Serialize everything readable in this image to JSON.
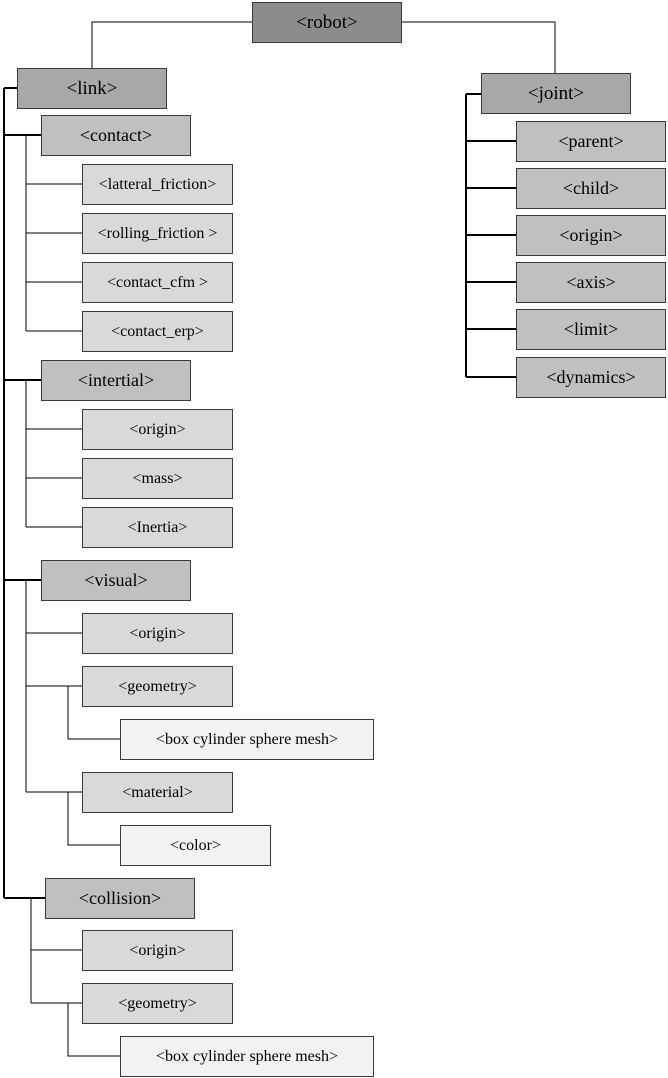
{
  "diagram": {
    "nodes": {
      "robot": "<robot>",
      "link": "<link>",
      "joint": "<joint>",
      "contact": "<contact>",
      "lateral_friction": "<latteral_friction>",
      "rolling_friction": "<rolling_friction >",
      "contact_cfm": "<contact_cfm >",
      "contact_erp": "<contact_erp>",
      "inertial": "<intertial>",
      "inertial_origin": "<origin>",
      "mass": "<mass>",
      "inertia": "<Inertia>",
      "visual": "<visual>",
      "visual_origin": "<origin>",
      "visual_geometry": "<geometry>",
      "visual_shapes": "<box cylinder sphere mesh>",
      "material": "<material>",
      "color": "<color>",
      "collision": "<collision>",
      "collision_origin": "<origin>",
      "collision_geometry": "<geometry>",
      "collision_shapes": "<box cylinder sphere mesh>",
      "parent": "<parent>",
      "child": "<child>",
      "joint_origin": "<origin>",
      "axis": "<axis>",
      "limit": "<limit>",
      "dynamics": "<dynamics>"
    },
    "edges": [
      [
        "robot",
        "link"
      ],
      [
        "robot",
        "joint"
      ],
      [
        "link",
        "contact"
      ],
      [
        "link",
        "inertial"
      ],
      [
        "link",
        "visual"
      ],
      [
        "link",
        "collision"
      ],
      [
        "contact",
        "lateral_friction"
      ],
      [
        "contact",
        "rolling_friction"
      ],
      [
        "contact",
        "contact_cfm"
      ],
      [
        "contact",
        "contact_erp"
      ],
      [
        "inertial",
        "inertial_origin"
      ],
      [
        "inertial",
        "mass"
      ],
      [
        "inertial",
        "inertia"
      ],
      [
        "visual",
        "visual_origin"
      ],
      [
        "visual",
        "visual_geometry"
      ],
      [
        "visual",
        "material"
      ],
      [
        "visual_geometry",
        "visual_shapes"
      ],
      [
        "material",
        "color"
      ],
      [
        "collision",
        "collision_origin"
      ],
      [
        "collision",
        "collision_geometry"
      ],
      [
        "collision_geometry",
        "collision_shapes"
      ],
      [
        "joint",
        "parent"
      ],
      [
        "joint",
        "child"
      ],
      [
        "joint",
        "joint_origin"
      ],
      [
        "joint",
        "axis"
      ],
      [
        "joint",
        "limit"
      ],
      [
        "joint",
        "dynamics"
      ]
    ],
    "colors": {
      "level0": "#8c8c8c",
      "level1": "#a8a8a8",
      "level2": "#c0c0c0",
      "level3": "#d9d9d9",
      "level4": "#f2f2f2",
      "line": "#000000"
    }
  }
}
